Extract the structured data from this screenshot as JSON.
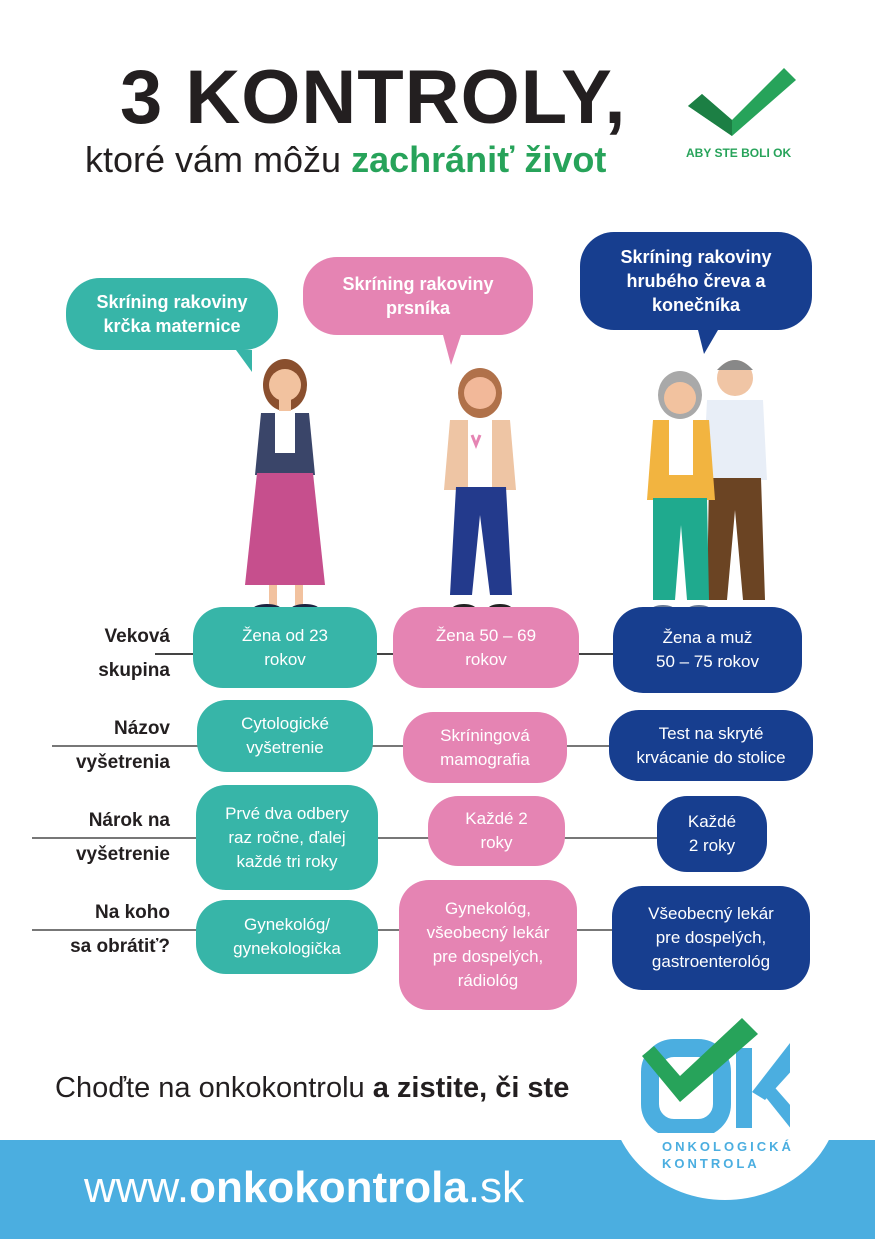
{
  "header": {
    "title": "3 KONTROLY,",
    "subtitle_plain": "ktoré vám môžu ",
    "subtitle_highlight": "zachrániť život",
    "tagline": "ABY STE BOLI OK"
  },
  "screenings": [
    {
      "bubble": "Skríning rakoviny krčka maternice",
      "color": "#37b5a8"
    },
    {
      "bubble": "Skríning rakoviny prsníka",
      "color": "#e584b3"
    },
    {
      "bubble": "Skríning rakoviny hrubého čreva a konečníka",
      "color": "#173e8f"
    }
  ],
  "rows": [
    {
      "label_1": "Veková",
      "label_2": "skupina",
      "cells": [
        "Žena od 23 rokov",
        "Žena 50 – 69 rokov",
        "Žena a muž 50 – 75 rokov"
      ]
    },
    {
      "label_1": "Názov",
      "label_2": "vyšetrenia",
      "cells": [
        "Cytologické vyšetrenie",
        "Skríningová mamografia",
        "Test na skryté krvácanie do stolice"
      ]
    },
    {
      "label_1": "Nárok na",
      "label_2": "vyšetrenie",
      "cells": [
        "Prvé dva odbery raz ročne, ďalej každé tri roky",
        "Každé 2 roky",
        "Každé 2 roky"
      ]
    },
    {
      "label_1": "Na koho",
      "label_2": "sa obrátiť?",
      "cells": [
        "Gynekológ/ gynekologička",
        "Gynekológ, všeobecný lekár pre dospelých, rádiológ",
        "Všeobecný lekár pre dospelých, gastroenterológ"
      ]
    }
  ],
  "footer": {
    "cta_plain": "Choďte na onkokontrolu ",
    "cta_bold": "a zistite, či ste",
    "url_prefix": "www.",
    "url_bold": "onkokontrola",
    "url_suffix": ".sk",
    "logo_line1": "ONKOLOGICKÁ",
    "logo_line2": "KONTROLA"
  },
  "colors": {
    "green": "#27a35a",
    "teal": "#37b5a8",
    "pink": "#e584b3",
    "navy": "#173e8f",
    "blue": "#4baee0"
  }
}
